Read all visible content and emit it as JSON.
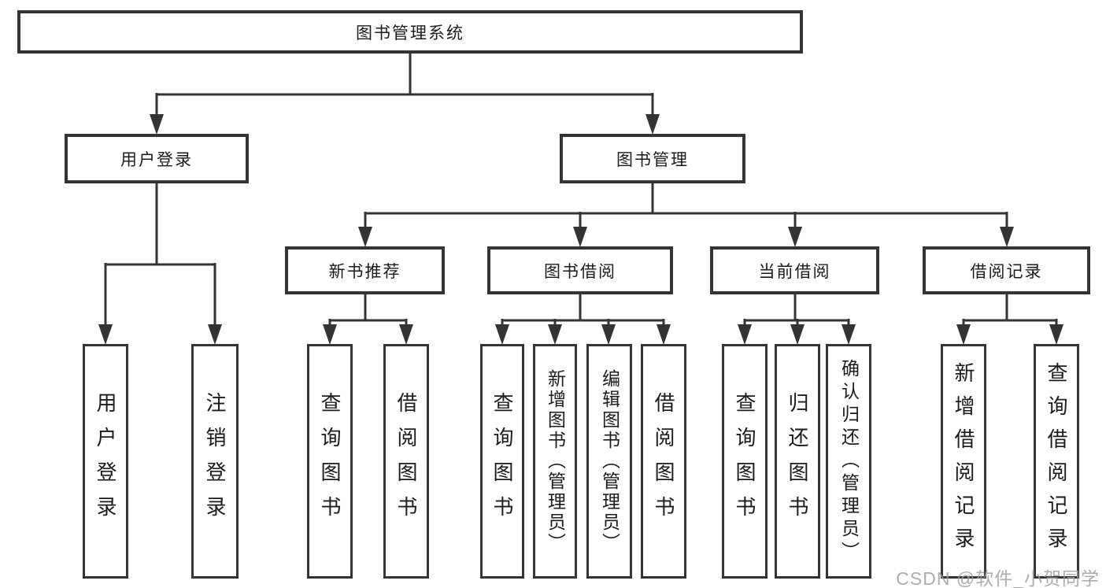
{
  "tree": {
    "label": "图书管理系统",
    "children": [
      {
        "label": "用户登录",
        "children": [
          {
            "label": "用户登录"
          },
          {
            "label": "注销登录"
          }
        ]
      },
      {
        "label": "图书管理",
        "children": [
          {
            "label": "新书推荐",
            "children": [
              {
                "label": "查询图书"
              },
              {
                "label": "借阅图书"
              }
            ]
          },
          {
            "label": "图书借阅",
            "children": [
              {
                "label": "查询图书"
              },
              {
                "label": "新增图书（管理员）"
              },
              {
                "label": "编辑图书（管理员）"
              },
              {
                "label": "借阅图书"
              }
            ]
          },
          {
            "label": "当前借阅",
            "children": [
              {
                "label": "查询图书"
              },
              {
                "label": "归还图书"
              },
              {
                "label": "确认归还（管理员）"
              }
            ]
          },
          {
            "label": "借阅记录",
            "children": [
              {
                "label": "新增借阅记录"
              },
              {
                "label": "查询借阅记录"
              }
            ]
          }
        ]
      }
    ]
  },
  "watermark": {
    "text": "CSDN @软件_小贺同学"
  },
  "colors": {
    "line": "#343434",
    "text": "#1b1b1b",
    "box_background": "#ffffff",
    "watermark": "#9e9e9e"
  }
}
